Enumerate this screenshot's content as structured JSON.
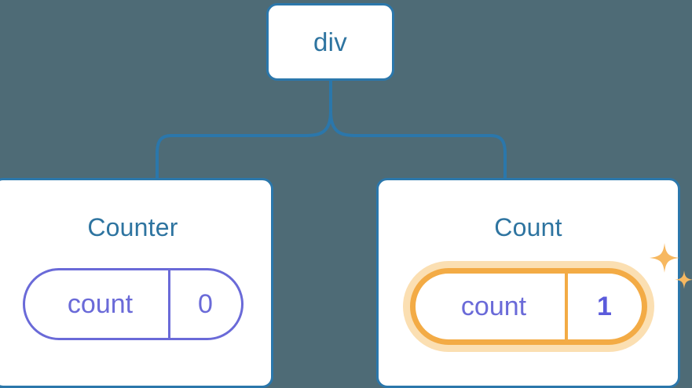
{
  "diagram": {
    "type": "component-tree",
    "background_color": "#4e6b76",
    "node_border_color": "#2b77ab",
    "title_color": "#2e74a0",
    "state_color": "#6a6ad8",
    "highlight_color": "#f3ab45",
    "highlight_glow_color": "#fbdfb2",
    "connector_color": "#2b77ab",
    "root": {
      "label": "div"
    },
    "children": [
      {
        "id": "counter",
        "label": "Counter",
        "state": {
          "key": "count",
          "value": "0",
          "highlighted": false
        }
      },
      {
        "id": "count",
        "label": "Count",
        "state": {
          "key": "count",
          "value": "1",
          "highlighted": true
        },
        "sparkle_icon": "sparkles-icon"
      }
    ]
  }
}
